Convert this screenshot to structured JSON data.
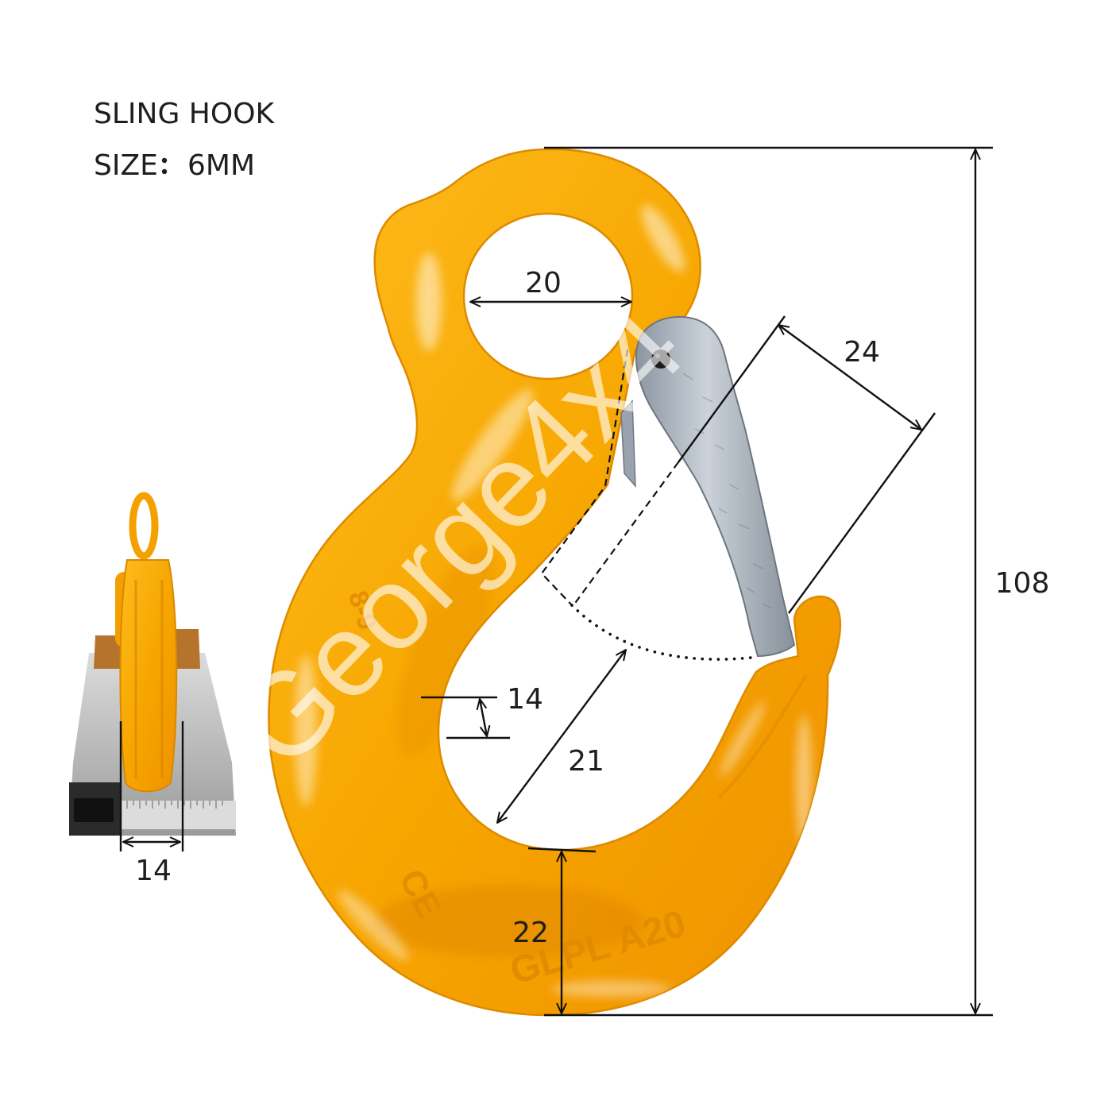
{
  "title": "SLING HOOK",
  "size": {
    "label": "SIZE",
    "separator": "：",
    "value": "6MM"
  },
  "dimensions": {
    "eye_width": "20",
    "latch_gap": "24",
    "overall_height": "108",
    "shank_width": "14",
    "throat_depth": "21",
    "bowl_thickness": "22",
    "side_thickness": "14"
  },
  "markings": {
    "grade": "8-9",
    "ce": "CE",
    "code": "GLPL A20"
  },
  "watermark": "George4x4",
  "colors": {
    "hook": "#F7A600",
    "latch": "#B3BBC3",
    "dimension_lines": "#111111",
    "text": "#1E1E1E"
  }
}
